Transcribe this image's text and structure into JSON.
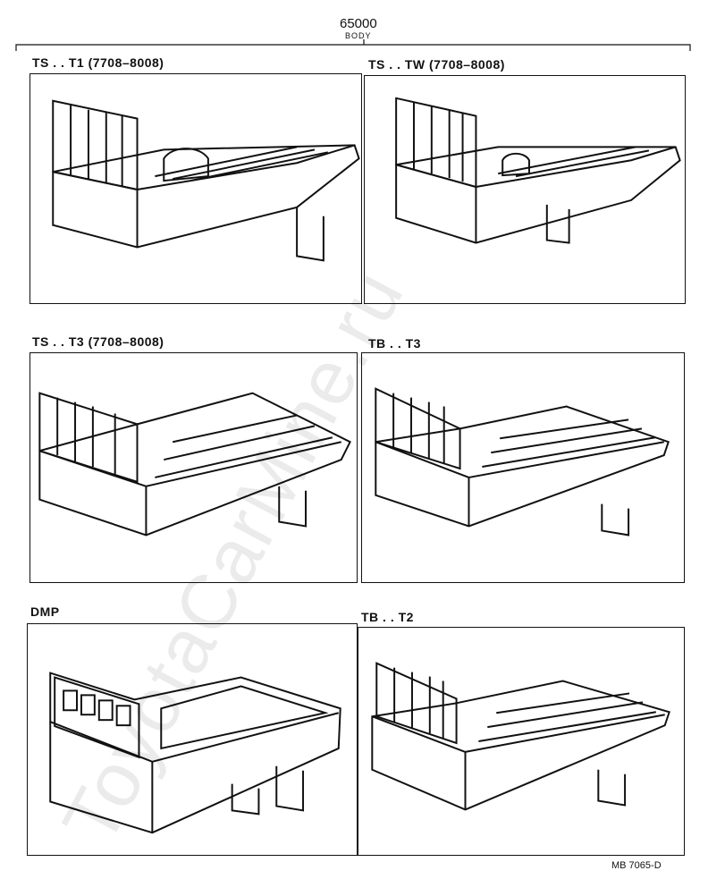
{
  "header": {
    "code": "65000",
    "sub": "BODY"
  },
  "panels": [
    {
      "label": "TS . . T1 (7708–8008)"
    },
    {
      "label": "TS . . TW (7708–8008)"
    },
    {
      "label": "TS . . T3 (7708–8008)"
    },
    {
      "label": "TB . . T3"
    },
    {
      "label": "DMP"
    },
    {
      "label": "TB . . T2"
    }
  ],
  "footer": "MB 7065-D",
  "watermark": "ToyotaCarMine.ru"
}
